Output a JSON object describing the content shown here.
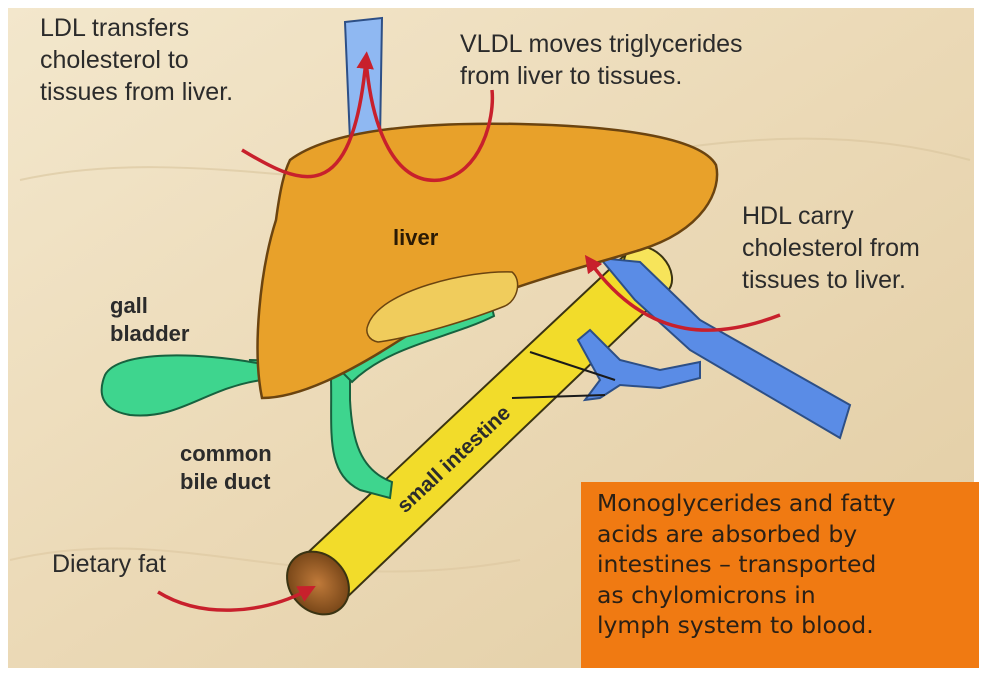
{
  "labels": {
    "ldl": "LDL transfers\ncholesterol to\ntissues from liver.",
    "vldl": "VLDL moves triglycerides\nfrom liver to tissues.",
    "hdl": "HDL carry\ncholesterol from\ntissues to liver.",
    "liver": "liver",
    "gall_bladder": "gall\nbladder",
    "common_bile_duct": "common\nbile duct",
    "small_intestine": "small intestine",
    "dietary_fat": "Dietary fat"
  },
  "note_box": {
    "text": "Monoglycerides and fatty\nacids are absorbed by\nintestines – transported\nas chylomicrons in\nlymph system to blood."
  },
  "colors": {
    "background": "#ecdcbc",
    "liver": "#e8a12a",
    "intestine": "#f2dc2a",
    "bile": "#3ed58e",
    "vessel": "#5a8ce6",
    "arrow": "#c8202c",
    "note_box": "#f07a12"
  }
}
